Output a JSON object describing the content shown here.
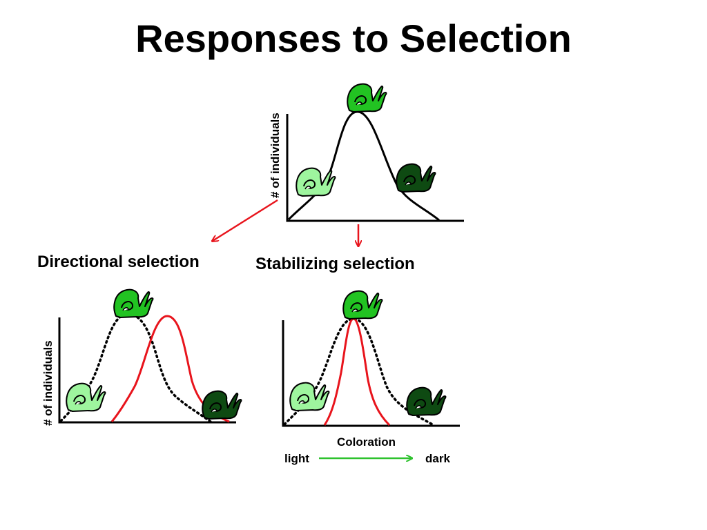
{
  "title": "Responses to Selection",
  "y_axis_label": "# of individuals",
  "directional_label": "Directional selection",
  "stabilizing_label": "Stabilizing selection",
  "x_axis": {
    "title": "Coloration",
    "left": "light",
    "right": "dark"
  },
  "colors": {
    "original_curve": "#000000",
    "selected_curve": "#e8141c",
    "arrow": "#e8141c",
    "coloration_arrow": "#2ec22e",
    "snail_light": "#9ef59e",
    "snail_medium": "#22c322",
    "snail_dark": "#0e4a12"
  },
  "snail_icons": [
    "light-snail-icon",
    "medium-snail-icon",
    "dark-snail-icon"
  ]
}
